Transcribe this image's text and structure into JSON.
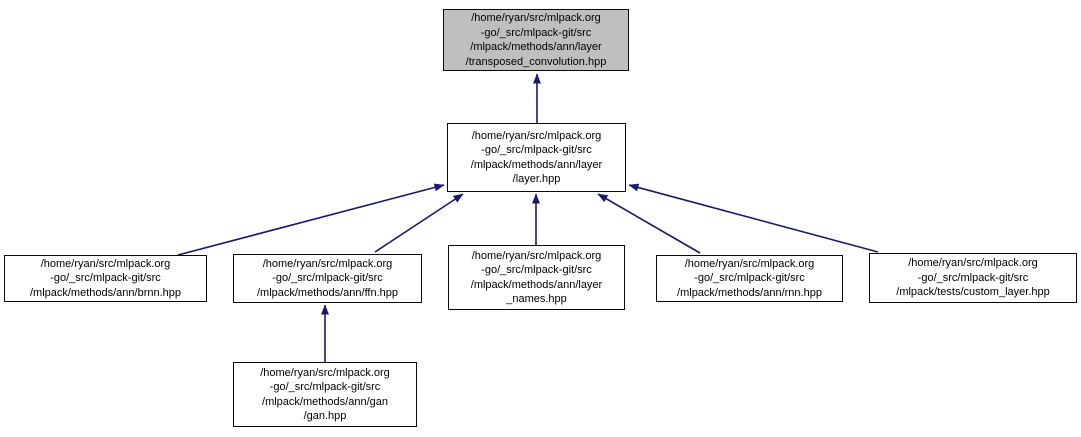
{
  "diagram": {
    "kind": "include-dependency-graph",
    "colors": {
      "arrow": "#191970",
      "border": "#0a0a0a",
      "node_fill": "#ffffff",
      "highlight_fill": "#bfbfbf",
      "text": "#000000",
      "background": "#ffffff"
    },
    "nodes": [
      {
        "id": "transposed_convolution.hpp",
        "highlight": true,
        "lines": [
          "/home/ryan/src/mlpack.org",
          "-go/_src/mlpack-git/src",
          "/mlpack/methods/ann/layer",
          "/transposed_convolution.hpp"
        ]
      },
      {
        "id": "layer.hpp",
        "highlight": false,
        "lines": [
          "/home/ryan/src/mlpack.org",
          "-go/_src/mlpack-git/src",
          "/mlpack/methods/ann/layer",
          "/layer.hpp"
        ]
      },
      {
        "id": "brnn.hpp",
        "highlight": false,
        "lines": [
          "/home/ryan/src/mlpack.org",
          "-go/_src/mlpack-git/src",
          "/mlpack/methods/ann/brnn.hpp"
        ]
      },
      {
        "id": "ffn.hpp",
        "highlight": false,
        "lines": [
          "/home/ryan/src/mlpack.org",
          "-go/_src/mlpack-git/src",
          "/mlpack/methods/ann/ffn.hpp"
        ]
      },
      {
        "id": "layer_names.hpp",
        "highlight": false,
        "lines": [
          "/home/ryan/src/mlpack.org",
          "-go/_src/mlpack-git/src",
          "/mlpack/methods/ann/layer",
          "_names.hpp"
        ]
      },
      {
        "id": "rnn.hpp",
        "highlight": false,
        "lines": [
          "/home/ryan/src/mlpack.org",
          "-go/_src/mlpack-git/src",
          "/mlpack/methods/ann/rnn.hpp"
        ]
      },
      {
        "id": "custom_layer.hpp",
        "highlight": false,
        "lines": [
          "/home/ryan/src/mlpack.org",
          "-go/_src/mlpack-git/src",
          "/mlpack/tests/custom_layer.hpp"
        ]
      },
      {
        "id": "gan.hpp",
        "highlight": false,
        "lines": [
          "/home/ryan/src/mlpack.org",
          "-go/_src/mlpack-git/src",
          "/mlpack/methods/ann/gan",
          "/gan.hpp"
        ]
      }
    ],
    "edges": [
      {
        "from": "layer.hpp",
        "to": "transposed_convolution.hpp"
      },
      {
        "from": "brnn.hpp",
        "to": "layer.hpp"
      },
      {
        "from": "ffn.hpp",
        "to": "layer.hpp"
      },
      {
        "from": "layer_names.hpp",
        "to": "layer.hpp"
      },
      {
        "from": "rnn.hpp",
        "to": "layer.hpp"
      },
      {
        "from": "custom_layer.hpp",
        "to": "layer.hpp"
      },
      {
        "from": "gan.hpp",
        "to": "ffn.hpp"
      }
    ]
  }
}
